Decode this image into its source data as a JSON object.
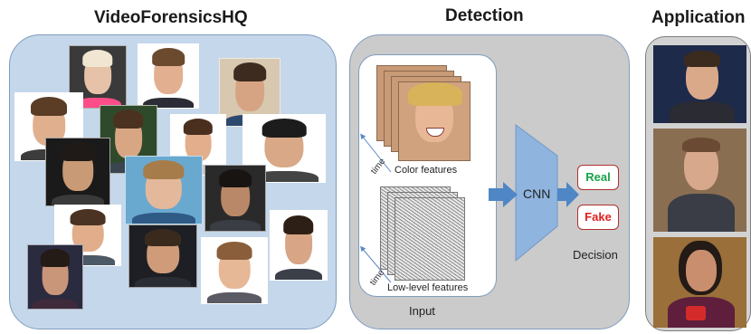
{
  "titles": {
    "dataset": "VideoForensicsHQ",
    "detection": "Detection",
    "application": "Application"
  },
  "detection": {
    "color_features_label": "Color features",
    "low_level_features_label": "Low-level features",
    "time_label": "time",
    "cnn_label": "CNN",
    "input_label": "Input",
    "decision_label": "Decision",
    "real_label": "Real",
    "fake_label": "Fake"
  },
  "colors": {
    "dataset_panel": "#c5d7ea",
    "detection_panel": "#cbcbcb",
    "panel_border": "#7f9cbf",
    "cnn_blue": "#8fb4de",
    "real_text": "#1aa34a",
    "fake_text": "#e02020",
    "decision_border": "#b03030"
  }
}
